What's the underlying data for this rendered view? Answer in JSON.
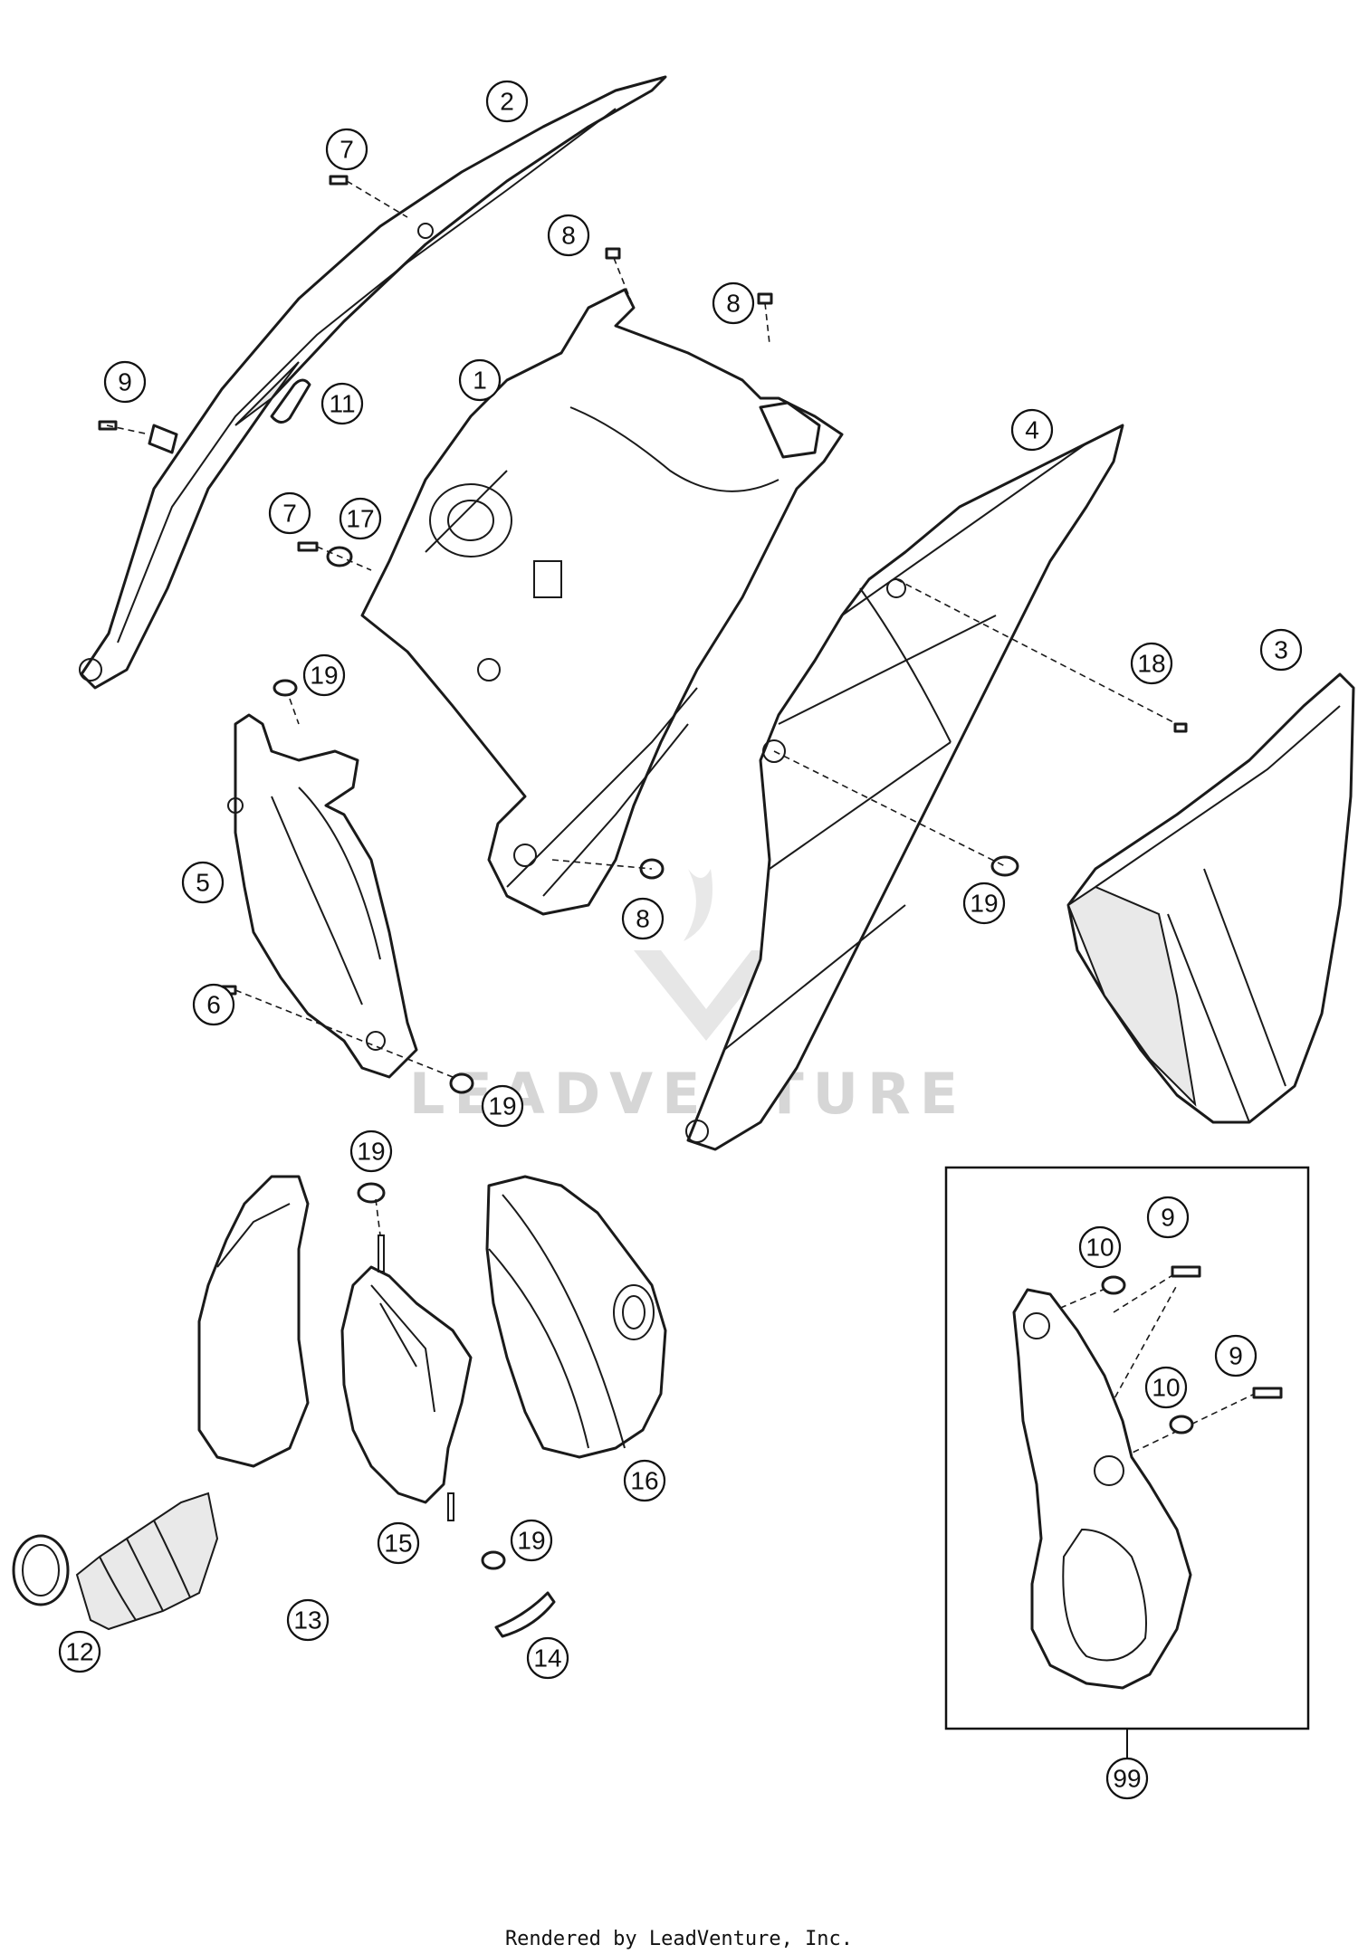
{
  "watermark": "LEADVENTURE",
  "footer": "Rendered by LeadVenture, Inc.",
  "callouts": {
    "c1": "1",
    "c2": "2",
    "c3": "3",
    "c4": "4",
    "c5": "5",
    "c6": "6",
    "c7a": "7",
    "c7b": "7",
    "c8a": "8",
    "c8b": "8",
    "c8c": "8",
    "c9a": "9",
    "c9b": "9",
    "c9c": "9",
    "c10a": "10",
    "c10b": "10",
    "c11": "11",
    "c12": "12",
    "c13": "13",
    "c14": "14",
    "c15": "15",
    "c16": "16",
    "c17": "17",
    "c18": "18",
    "c19a": "19",
    "c19b": "19",
    "c19c": "19",
    "c19d": "19",
    "c19e": "19",
    "c99": "99"
  }
}
